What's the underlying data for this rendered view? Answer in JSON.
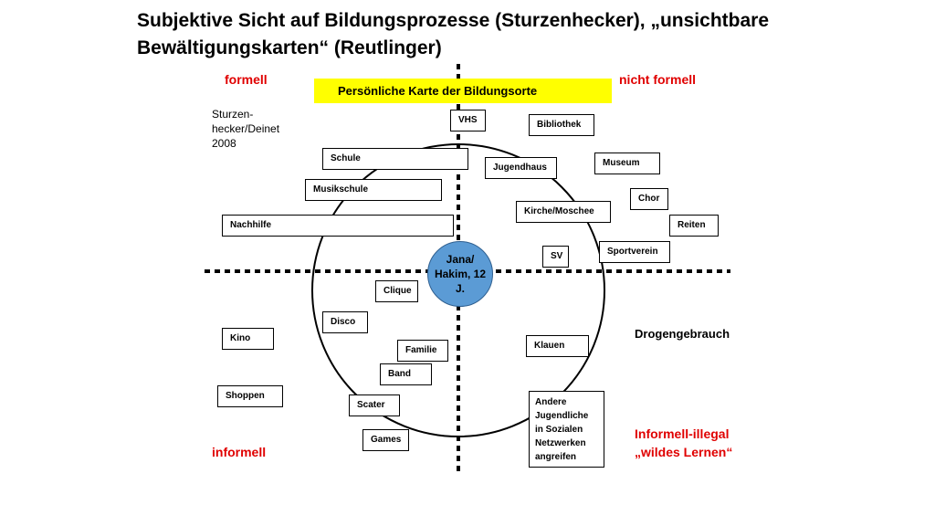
{
  "title": "Subjektive Sicht auf Bildungsprozesse (Sturzenhecker), „unsichtbare Bewältigungskarten“ (Reutlinger)",
  "quadrants": {
    "top_left": "formell",
    "top_right": "nicht formell",
    "bottom_left": "informell",
    "bottom_right": "Informell-illegal „wildes Lernen“"
  },
  "banner": "Persönliche Karte der Bildungsorte",
  "source": "Sturzen-hecker/Deinet 2008",
  "center_label": "Jana/ Hakim, 12 J.",
  "places": {
    "vhs": "VHS",
    "bibliothek": "Bibliothek",
    "schule": "Schule",
    "jugendhaus": "Jugendhaus",
    "museum": "Museum",
    "musikschule": "Musikschule",
    "chor": "Chor",
    "kirche": "Kirche/Moschee",
    "nachhilfe": "Nachhilfe",
    "reiten": "Reiten",
    "sv": "SV",
    "sportverein": "Sportverein",
    "clique": "Clique",
    "disco": "Disco",
    "kino": "Kino",
    "familie": "Familie",
    "klauen": "Klauen",
    "band": "Band",
    "shoppen": "Shoppen",
    "scater": "Scater",
    "andere": "Andere Jugendliche in Sozialen Netzwerken angreifen",
    "games": "Games",
    "drogen": "Drogengebrauch"
  }
}
